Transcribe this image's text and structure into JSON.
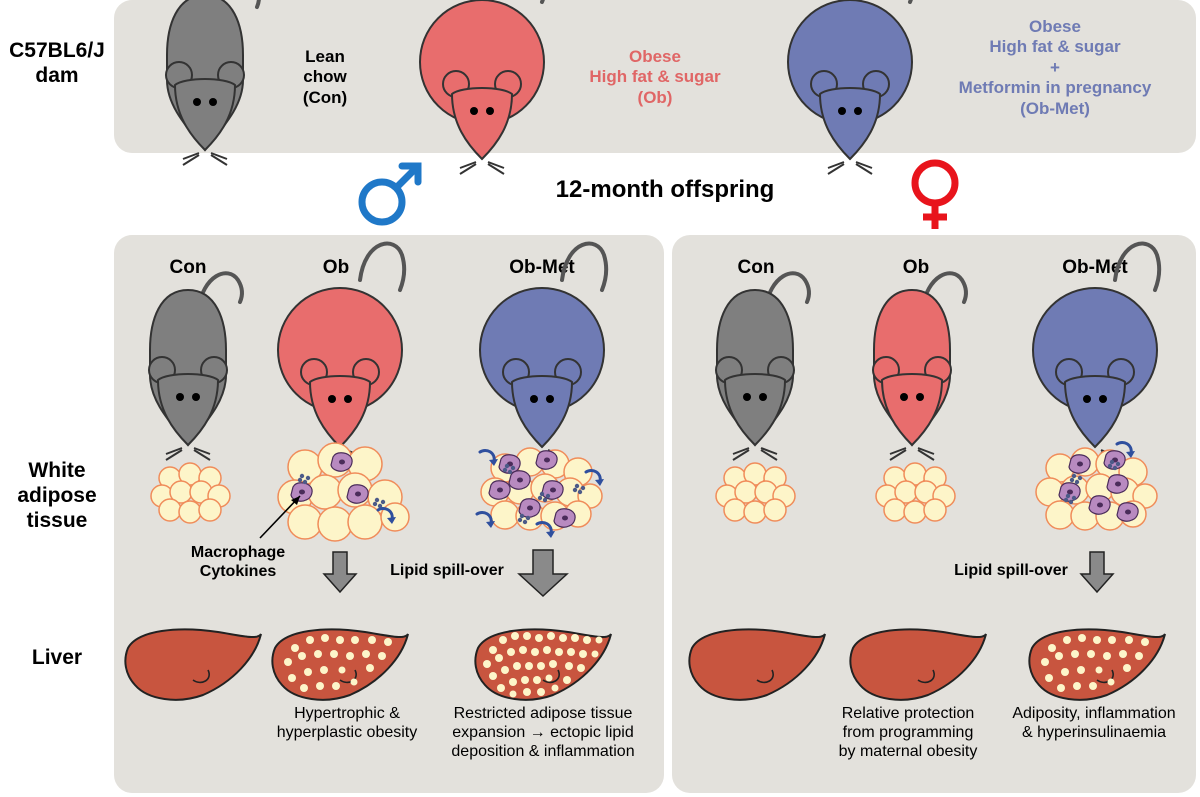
{
  "row_labels": {
    "dam": [
      "C57BL6/J",
      "dam"
    ],
    "adipose": [
      "White",
      "adipose",
      "tissue"
    ],
    "liver": "Liver"
  },
  "dam_groups": [
    {
      "lines": [
        "Lean",
        "chow",
        "(Con)"
      ],
      "color": "#000000"
    },
    {
      "lines": [
        "Obese",
        "High fat & sugar",
        "(Ob)"
      ],
      "color": "#e06666"
    },
    {
      "lines": [
        "Obese",
        "High fat & sugar",
        "+",
        "Metformin in pregnancy",
        "(Ob-Met)"
      ],
      "color": "#6f7bb4"
    }
  ],
  "offspring_title": "12-month offspring",
  "sex_symbols": {
    "male": "male-icon",
    "female": "female-icon",
    "male_color": "#1f78c8",
    "female_color": "#e8141c"
  },
  "male_panel": {
    "columns": [
      "Con",
      "Ob",
      "Ob-Met"
    ],
    "annotation": [
      "Macrophage",
      "Cytokines"
    ],
    "spill_label": "Lipid spill-over",
    "descriptions": [
      [
        "Hypertrophic &",
        "hyperplastic obesity"
      ],
      [
        "Restricted adipose tissue",
        "expansion → ectopic lipid",
        "deposition & inflammation"
      ]
    ]
  },
  "female_panel": {
    "columns": [
      "Con",
      "Ob",
      "Ob-Met"
    ],
    "spill_label": "Lipid spill-over",
    "descriptions": [
      [
        "Relative protection",
        "from programming",
        "by maternal obesity"
      ],
      [
        "Adiposity, inflammation",
        "& hyperinsulinaemia"
      ]
    ]
  },
  "colors": {
    "con_mouse": "#7f7f7f",
    "ob_mouse": "#e86d6d",
    "obmet_mouse": "#6f7bb4",
    "panel_bg": "#e3e1dc",
    "liver": "#c8553f",
    "fat_cell": "#fdf5c9",
    "fat_outline": "#f08c5a"
  }
}
